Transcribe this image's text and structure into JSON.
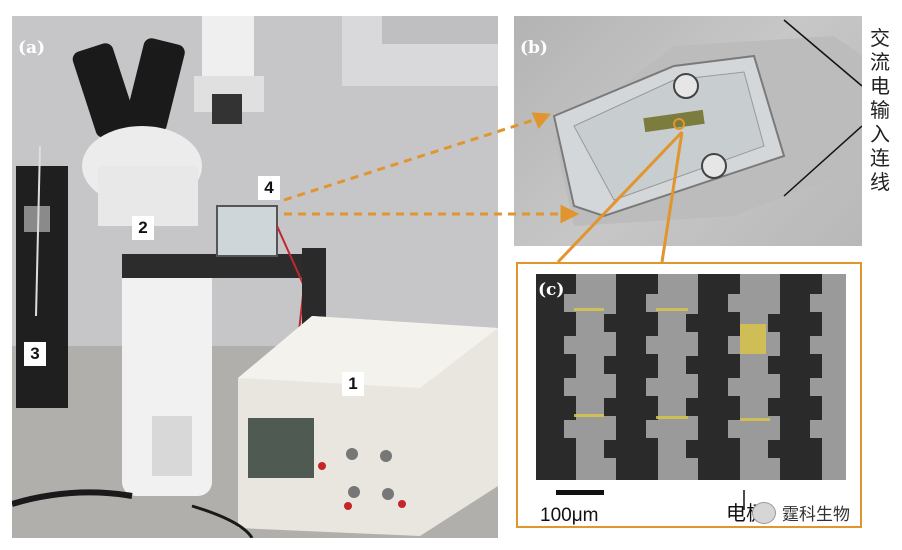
{
  "panels": {
    "a": {
      "label": "(a)",
      "items": [
        "1",
        "2",
        "3",
        "4"
      ]
    },
    "b": {
      "label": "(b)",
      "annotation": "交流电输入连线",
      "annotation_chars": [
        "交",
        "流",
        "电",
        "输",
        "入",
        "连",
        "线"
      ]
    },
    "c": {
      "label": "(c)",
      "scale_bar": "100μm",
      "electrode_label": "电极"
    }
  },
  "watermark": {
    "text": "霆科生物"
  },
  "colors": {
    "highlight": "#e0952f",
    "electrode_dark": "#2a2a2a",
    "electrode_light": "#9a9a9a",
    "deposit": "#d8c54a"
  }
}
